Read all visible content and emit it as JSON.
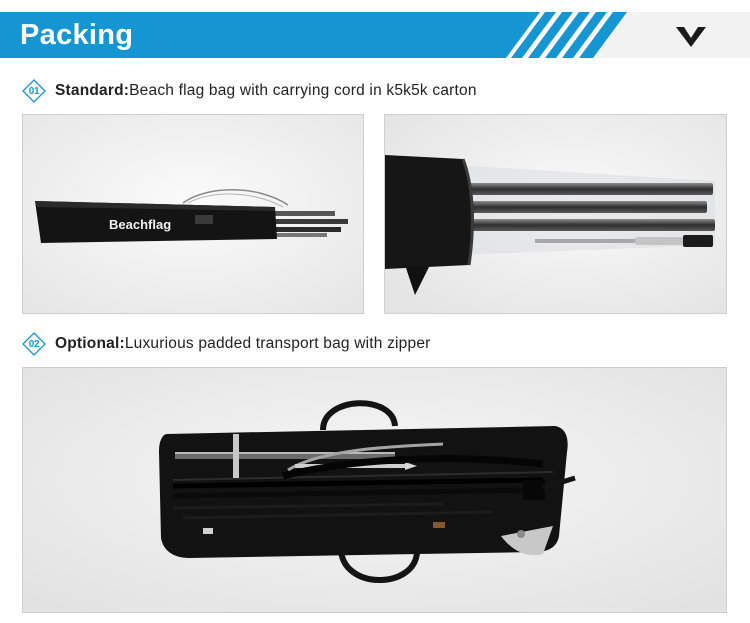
{
  "header": {
    "title": "Packing",
    "brand_color": "#1695d3",
    "icon": "chevron-down-icon"
  },
  "sections": [
    {
      "number": "01",
      "label": "Standard:",
      "description": "Beach flag bag with carrying cord in k5k5k carton"
    },
    {
      "number": "02",
      "label": "Optional:",
      "description": "Luxurious padded transport bag with zipper"
    }
  ],
  "photos": {
    "standard_bag_print": "Beachflag"
  }
}
